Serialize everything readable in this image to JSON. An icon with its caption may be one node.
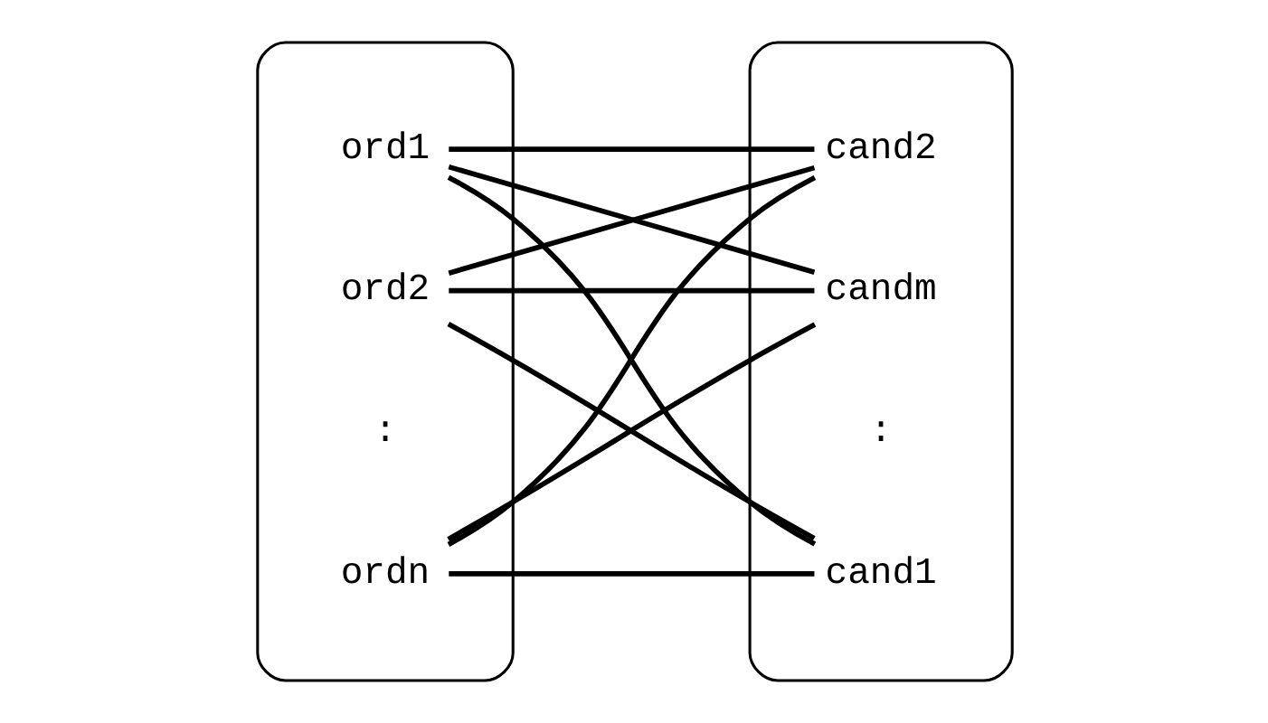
{
  "diagram": {
    "nodes": [
      {
        "text": [],
        "shape": "cloud"
      },
      {
        "text": [
          "ord1"
        ],
        "in": 0
      },
      {
        "text": [
          "ord2"
        ],
        "in": 0
      },
      {
        "text": [
          "ordn"
        ],
        "in": 0
      },
      {
        "text": [],
        "shape": "cloud"
      },
      {
        "text": [
          "cand1"
        ],
        "in": 4
      },
      {
        "text": [
          "cand2"
        ],
        "in": 4
      },
      {
        "text": [
          "candm"
        ],
        "in": 4
      }
    ],
    "edges": [
      {
        "from": 1,
        "to": 5,
        "arrow": "none"
      },
      {
        "from": 1,
        "to": 6,
        "arrow": "none"
      },
      {
        "from": 1,
        "to": 7,
        "arrow": "none"
      },
      {
        "from": 2,
        "to": 5,
        "arrow": "none"
      },
      {
        "from": 2,
        "to": 6,
        "arrow": "none"
      },
      {
        "from": 2,
        "to": 7,
        "arrow": "none"
      },
      {
        "from": 3,
        "to": 5,
        "arrow": "none"
      },
      {
        "from": 3,
        "to": 6,
        "arrow": "none"
      },
      {
        "from": 3,
        "to": 7,
        "arrow": "none"
      }
    ],
    "labels": [
      ":",
      ":"
    ]
  }
}
